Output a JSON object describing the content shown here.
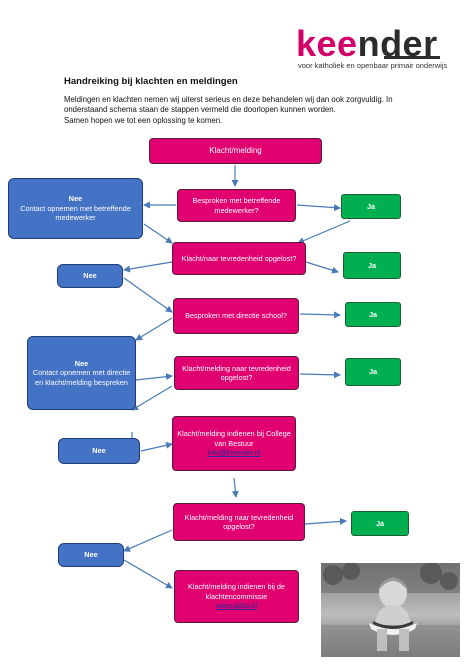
{
  "header": {
    "logo_text": "keender",
    "logo_prefix": "kee",
    "logo_suffix": "nder",
    "tagline": "voor katholiek en openbaar primair onderwijs"
  },
  "document": {
    "title": "Handreiking bij klachten en meldingen",
    "intro_line1": "Meldingen en klachten nemen wij uiterst serieus en deze behandelen wij dan ook zorgvuldig. In onderstaand schema staan de stappen vermeld die doorlopen kunnen worden.",
    "intro_line2": "Samen hopen we tot een oplossing te komen."
  },
  "flow": {
    "start": "Klacht/melding",
    "step1": "Besproken met betreffende medewerker?",
    "step1_no_title": "Nee",
    "step1_no_text": "Contact opnemen met betreffende medewerker",
    "step1_yes": "Ja",
    "step2": "Klacht/naar tevredenheid opgelost?",
    "step2_no": "Nee",
    "step2_yes": "Ja",
    "step3": "Besproken met directie school?",
    "step3_yes": "Ja",
    "step4_no_title": "Nee",
    "step4_no_text": "Contact opnemen met directie en klacht/melding bespreken",
    "step4": "Klacht/melding naar tevredenheid opgelost?",
    "step4_yes": "Ja",
    "step5_text": "Klacht/melding indienen bij College van Bestuur",
    "step5_link": "info@keender.nl",
    "step5_no": "Nee",
    "step6": "Klacht/melding naar tevredenheid opgelost?",
    "step6_yes": "Ja",
    "step6_no": "Nee",
    "step7_text": "Klacht/melding indienen bij de klachtencommissie",
    "step7_link": "www.gcbo.nl"
  },
  "colors": {
    "brand_pink": "#e0006f",
    "blue": "#4472c4",
    "green": "#00b050",
    "arrow": "#4a7ab8"
  },
  "photo": {
    "description_icon": "girl-with-watermelon-photo"
  }
}
